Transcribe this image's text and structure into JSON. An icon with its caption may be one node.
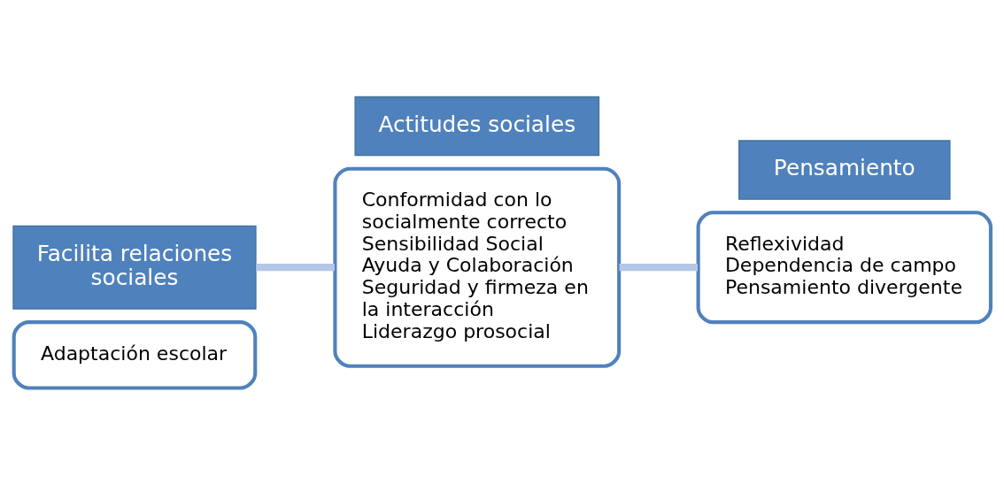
{
  "diagram": {
    "nodes": [
      {
        "text": [
          "Adaptación escolar"
        ]
      },
      {
        "text": [
          "Facilita relaciones sociales"
        ]
      },
      {
        "text": [
          "Actitudes sociales"
        ]
      },
      {
        "text": [
          "Conformidad con lo socialmente correcto",
          "Sensibilidad Social",
          "Ayuda y Colaboración",
          "Seguridad y firmeza en la interacción",
          "Liderazgo prosocial"
        ]
      },
      {
        "text": [
          "Reflexividad",
          "Dependencia de campo",
          "Pensamiento divergente"
        ]
      },
      {
        "text": [
          "Pensamiento"
        ]
      }
    ],
    "edges": [
      {
        "from": 1,
        "to": 3,
        "arrow": "none"
      },
      {
        "from": 3,
        "to": 4,
        "arrow": "none"
      }
    ]
  }
}
